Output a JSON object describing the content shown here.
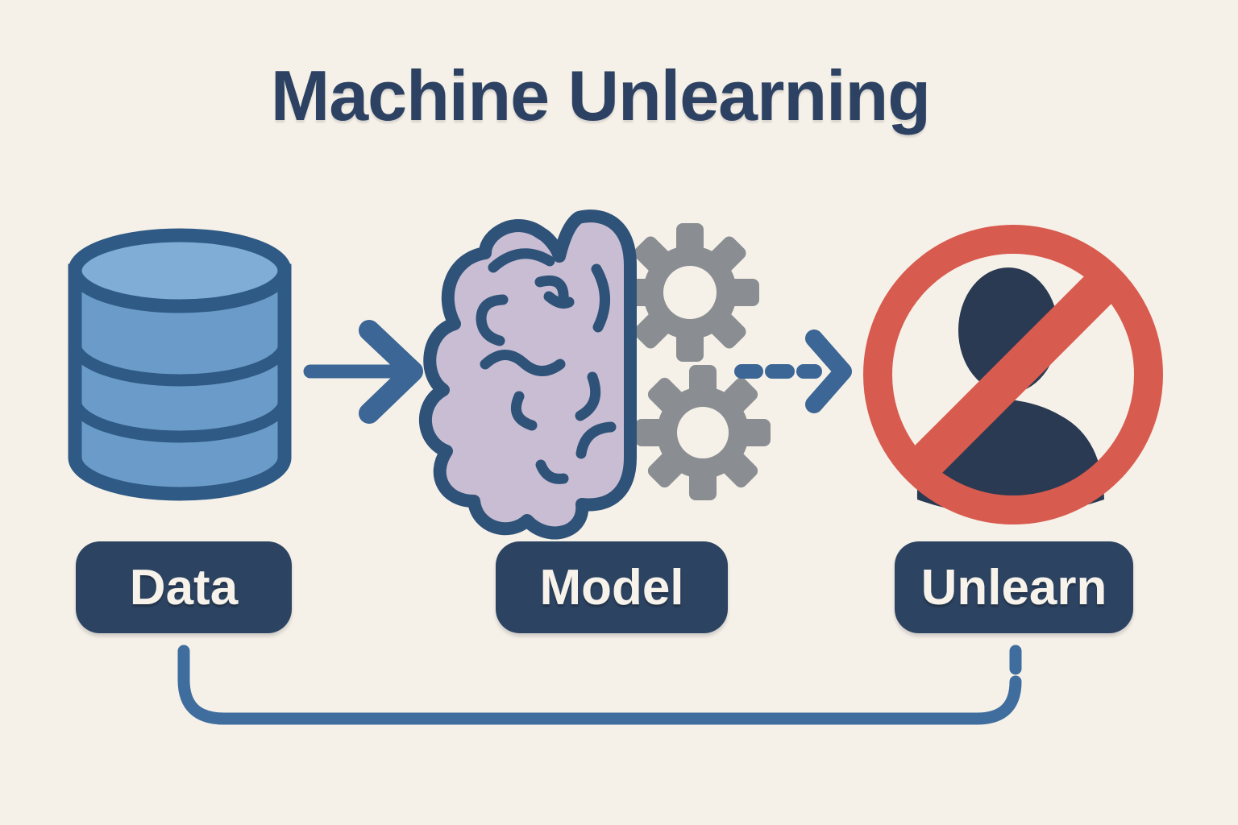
{
  "title": "Machine Unlearning",
  "diagram": {
    "nodes": [
      {
        "label": "Data",
        "icon": "database-icon"
      },
      {
        "label": "Model",
        "icon": "brain-gears-icon"
      },
      {
        "label": "Unlearn",
        "icon": "no-user-icon"
      }
    ],
    "connectors": [
      {
        "type": "solid-arrow",
        "from": "Data",
        "to": "Model"
      },
      {
        "type": "dashed-arrow",
        "from": "Model",
        "to": "Unlearn"
      },
      {
        "type": "feedback-loop",
        "from": "Data",
        "to": "Unlearn"
      }
    ]
  },
  "colors": {
    "background": "#f6f1e8",
    "title-navy": "#2d4263",
    "pill-navy": "#2c4361",
    "pill-text": "#f7f2ea",
    "db-fill": "#6b9cc9",
    "db-fill-light": "#7fadd6",
    "db-outline": "#2e5a85",
    "brain-fill": "#c9bdd3",
    "brain-outline": "#2f5278",
    "gear-gray": "#8a8e92",
    "arrow-blue": "#3c6695",
    "ban-red": "#d85b4f",
    "person-navy": "#2a3a52",
    "loop-blue": "#3f6e9e"
  }
}
